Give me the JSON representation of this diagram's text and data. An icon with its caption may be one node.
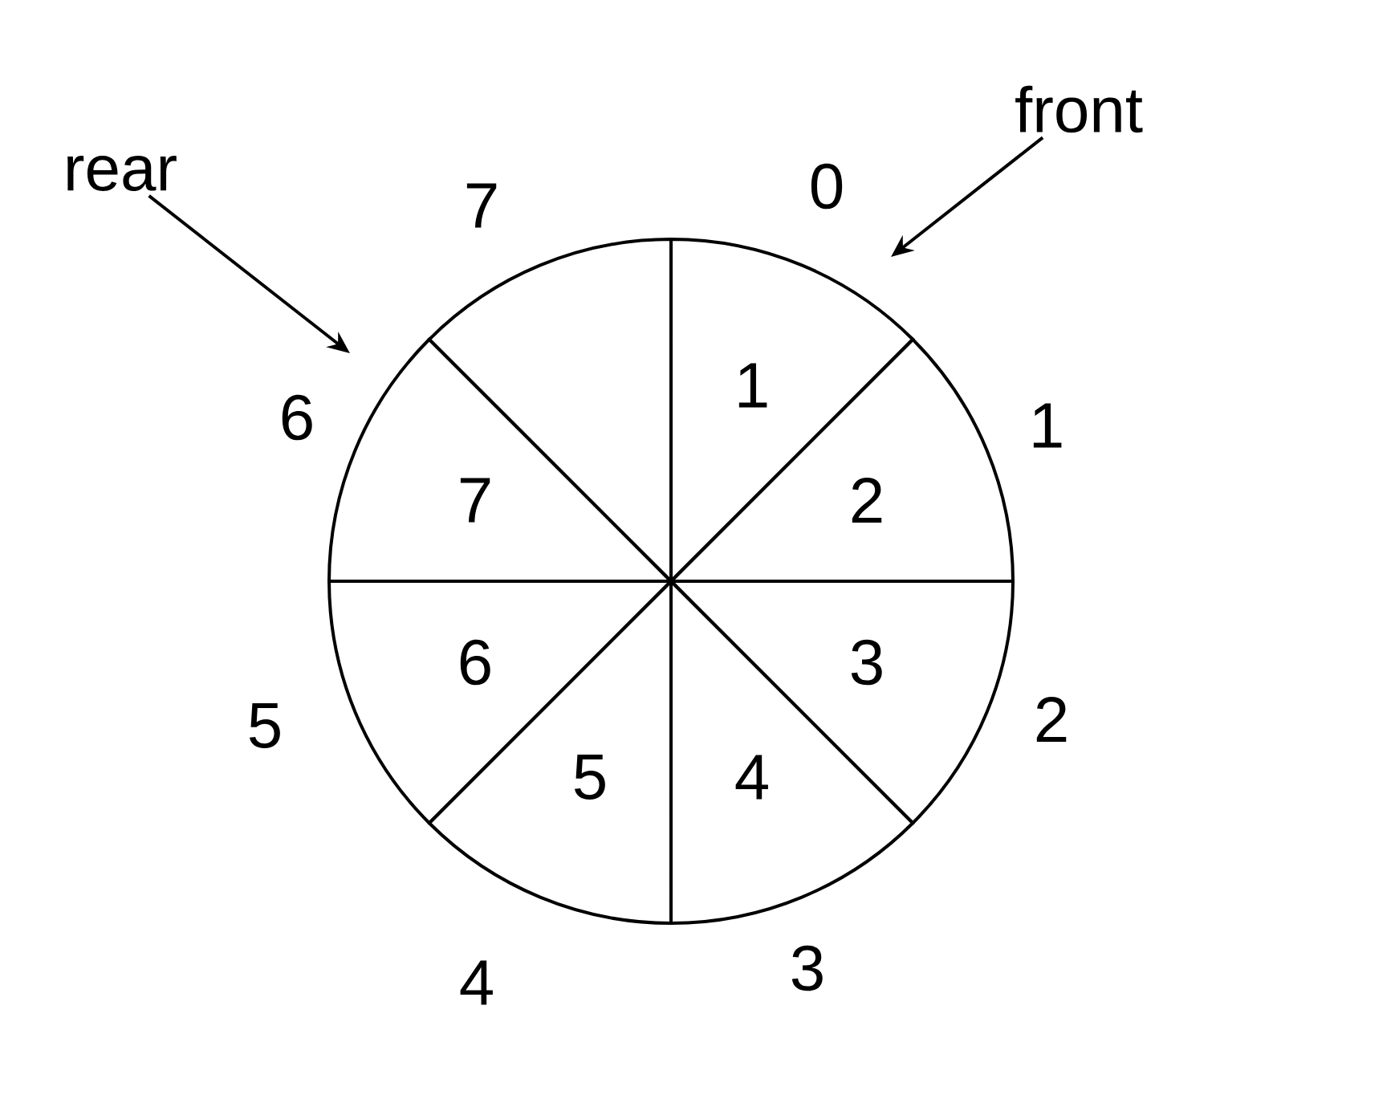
{
  "diagram": {
    "nodes": [
      {
        "text": [
          "1"
        ]
      },
      {
        "text": [
          "2"
        ]
      },
      {
        "text": [
          "3"
        ]
      },
      {
        "text": [
          "4"
        ]
      },
      {
        "text": [
          "5"
        ]
      },
      {
        "text": [
          "6"
        ]
      },
      {
        "text": [
          "7"
        ]
      },
      {
        "text": [],
        "shape": "sector"
      },
      {
        "text": [
          "rear"
        ]
      },
      {
        "text": [
          "front"
        ]
      }
    ],
    "edges": [
      {
        "from": 8,
        "to": null,
        "arrow": "to"
      },
      {
        "from": 9,
        "to": null,
        "arrow": "to"
      }
    ],
    "labels": [
      "7",
      "0",
      "6",
      "1",
      "5",
      "2",
      "4",
      "3"
    ]
  }
}
